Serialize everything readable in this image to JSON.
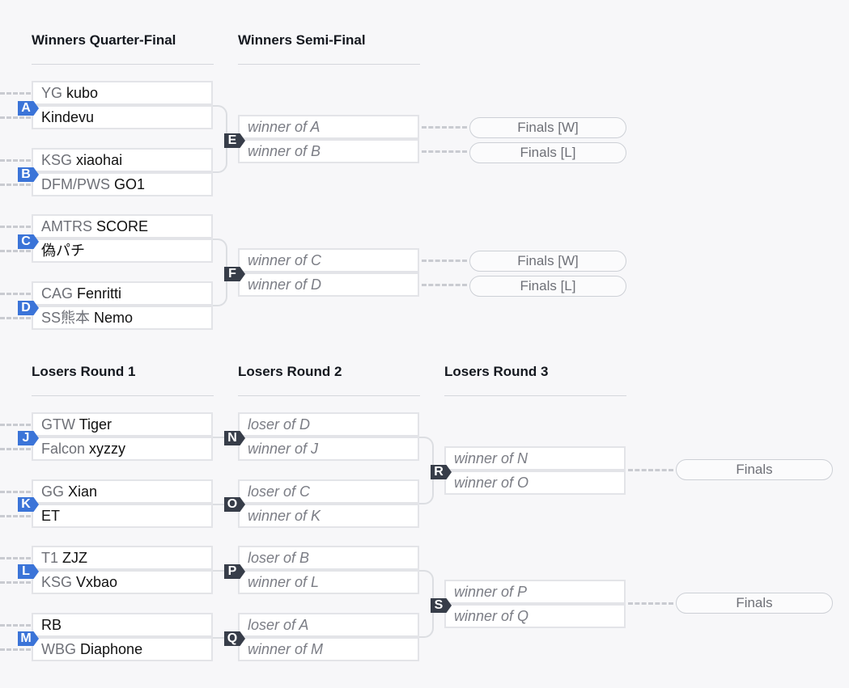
{
  "headers": {
    "winners_qf": "Winners Quarter-Final",
    "winners_sf": "Winners Semi-Final",
    "losers_r1": "Losers Round 1",
    "losers_r2": "Losers Round 2",
    "losers_r3": "Losers Round 3"
  },
  "matches": {
    "A": {
      "label": "A",
      "top": {
        "tag": "YG",
        "name": "kubo"
      },
      "bot": {
        "tag": "",
        "name": "Kindevu"
      }
    },
    "B": {
      "label": "B",
      "top": {
        "tag": "KSG",
        "name": "xiaohai"
      },
      "bot": {
        "tag": "DFM/PWS",
        "name": "GO1"
      }
    },
    "C": {
      "label": "C",
      "top": {
        "tag": "AMTRS",
        "name": "SCORE"
      },
      "bot": {
        "tag": "",
        "name": "偽パチ"
      }
    },
    "D": {
      "label": "D",
      "top": {
        "tag": "CAG",
        "name": "Fenritti"
      },
      "bot": {
        "tag": "SS熊本",
        "name": "Nemo"
      }
    },
    "E": {
      "label": "E",
      "top": "winner of A",
      "bot": "winner of B"
    },
    "F": {
      "label": "F",
      "top": "winner of C",
      "bot": "winner of D"
    },
    "J": {
      "label": "J",
      "top": {
        "tag": "GTW",
        "name": "Tiger"
      },
      "bot": {
        "tag": "Falcon",
        "name": "xyzzy"
      }
    },
    "K": {
      "label": "K",
      "top": {
        "tag": "GG",
        "name": "Xian"
      },
      "bot": {
        "tag": "",
        "name": "ET"
      }
    },
    "L": {
      "label": "L",
      "top": {
        "tag": "T1",
        "name": "ZJZ"
      },
      "bot": {
        "tag": "KSG",
        "name": "Vxbao"
      }
    },
    "M": {
      "label": "M",
      "top": {
        "tag": "",
        "name": "RB"
      },
      "bot": {
        "tag": "WBG",
        "name": "Diaphone"
      }
    },
    "N": {
      "label": "N",
      "top": "loser of D",
      "bot": "winner of J"
    },
    "O": {
      "label": "O",
      "top": "loser of C",
      "bot": "winner of K"
    },
    "P": {
      "label": "P",
      "top": "loser of B",
      "bot": "winner of L"
    },
    "Q": {
      "label": "Q",
      "top": "loser of A",
      "bot": "winner of M"
    },
    "R": {
      "label": "R",
      "top": "winner of N",
      "bot": "winner of O"
    },
    "S": {
      "label": "S",
      "top": "winner of P",
      "bot": "winner of Q"
    }
  },
  "destinations": {
    "E_top": "Finals [W]",
    "E_bot": "Finals [L]",
    "F_top": "Finals [W]",
    "F_bot": "Finals [L]",
    "R": "Finals",
    "S": "Finals"
  },
  "colors": {
    "badge_entry": "#3b74d8",
    "badge_internal": "#373d49",
    "background": "#f7f7f9"
  }
}
